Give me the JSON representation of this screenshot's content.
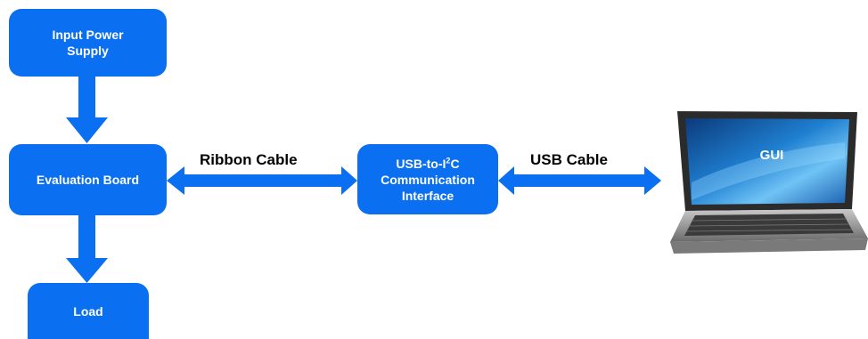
{
  "blocks": {
    "input_power_supply": [
      "Input Power",
      "Supply"
    ],
    "evaluation_board": "Evaluation Board",
    "load": "Load",
    "usb_interface": {
      "line1_prefix": "USB-to-I",
      "line1_sup": "2",
      "line1_suffix": "C",
      "line2": "Communication",
      "line3": "Interface"
    }
  },
  "connections": {
    "ribbon_cable": "Ribbon Cable",
    "usb_cable": "USB Cable"
  },
  "laptop": {
    "screen_label": "GUI"
  },
  "colors": {
    "block_fill": "#0a6ff0",
    "arrow_fill": "#0a6ff0",
    "block_text": "#ffffff"
  }
}
